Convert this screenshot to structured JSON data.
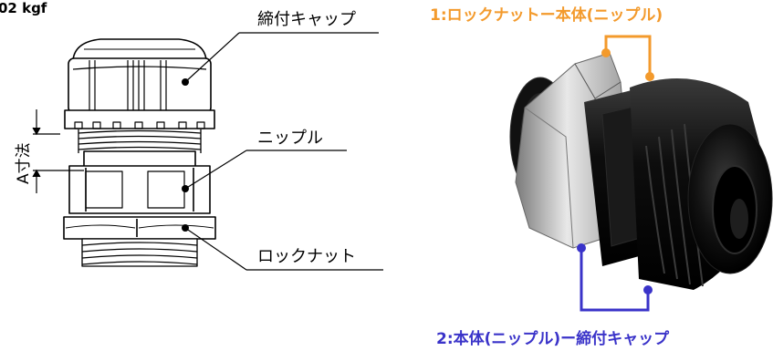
{
  "torque_partial": "02 kgf",
  "labels": {
    "cap": "締付キャップ",
    "nipple": "ニップル",
    "locknut": "ロックナット",
    "dimension": "A寸法"
  },
  "callouts": {
    "top": "1:ロックナットー本体(ニップル)",
    "bottom": "2:本体(ニップル)ー締付キャップ"
  },
  "colors": {
    "orange": "#f39a2c",
    "blue": "#3a33c9",
    "line": "#000000"
  }
}
